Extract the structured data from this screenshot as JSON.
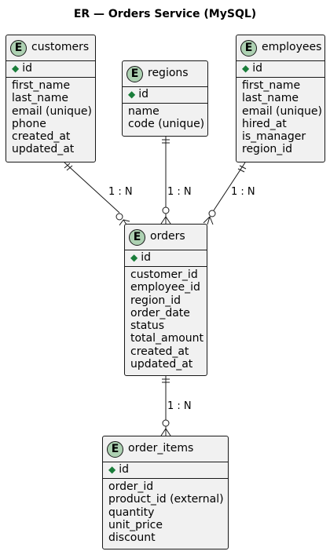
{
  "title": "ER — Orders Service (MySQL)",
  "entities": {
    "customers": {
      "name": "customers",
      "badge": "E",
      "pk": "id",
      "attrs": [
        "first_name",
        "last_name",
        "email (unique)",
        "phone",
        "created_at",
        "updated_at"
      ]
    },
    "regions": {
      "name": "regions",
      "badge": "E",
      "pk": "id",
      "attrs": [
        "name",
        "code (unique)"
      ]
    },
    "employees": {
      "name": "employees",
      "badge": "E",
      "pk": "id",
      "attrs": [
        "first_name",
        "last_name",
        "email (unique)",
        "hired_at",
        "is_manager",
        "region_id"
      ]
    },
    "orders": {
      "name": "orders",
      "badge": "E",
      "pk": "id",
      "attrs": [
        "customer_id",
        "employee_id",
        "region_id",
        "order_date",
        "status",
        "total_amount",
        "created_at",
        "updated_at"
      ]
    },
    "order_items": {
      "name": "order_items",
      "badge": "E",
      "pk": "id",
      "attrs": [
        "order_id",
        "product_id (external)",
        "quantity",
        "unit_price",
        "discount"
      ]
    }
  },
  "relationships": [
    {
      "from": "customers",
      "to": "orders",
      "label": "1 : N"
    },
    {
      "from": "regions",
      "to": "orders",
      "label": "1 : N"
    },
    {
      "from": "employees",
      "to": "orders",
      "label": "1 : N"
    },
    {
      "from": "orders",
      "to": "order_items",
      "label": "1 : N"
    }
  ],
  "colors": {
    "entity_fill": "#f1f1f1",
    "border": "#181818",
    "badge_fill": "#add1b2",
    "pk_marker": "#1a7d3a"
  }
}
